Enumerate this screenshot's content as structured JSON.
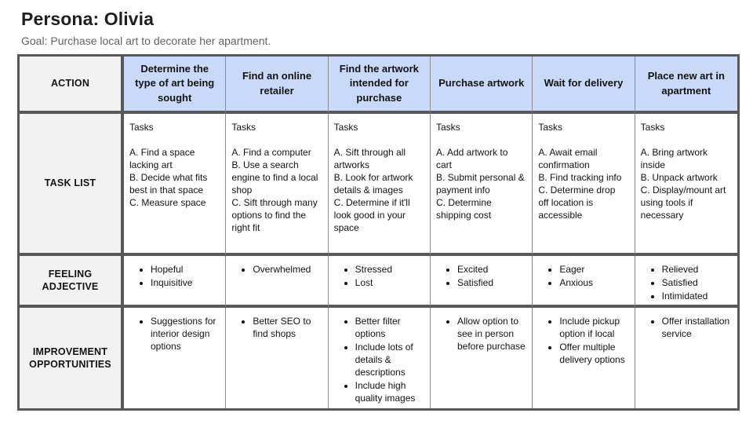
{
  "page": {
    "title": "Persona: Olivia",
    "subtitle": "Goal: Purchase local art to decorate her apartment."
  },
  "table": {
    "row_labels": [
      "ACTION",
      "TASK LIST",
      "FEELING ADJECTIVE",
      "IMPROVEMENT OPPORTUNITIES"
    ],
    "tasks_heading": "Tasks",
    "columns": [
      {
        "action": "Determine the type of art being sought",
        "tasks": [
          "A. Find a space lacking art",
          "B. Decide what fits best in that space",
          "C. Measure space"
        ],
        "feelings": [
          "Hopeful",
          "Inquisitive"
        ],
        "improvements": [
          "Suggestions for interior design options"
        ]
      },
      {
        "action": "Find an online retailer",
        "tasks": [
          "A. Find a computer",
          "B. Use a search engine to find a local shop",
          "C. Sift through many options to find the right fit"
        ],
        "feelings": [
          "Overwhelmed"
        ],
        "improvements": [
          "Better SEO to find shops"
        ]
      },
      {
        "action": "Find the artwork intended for purchase",
        "tasks": [
          "A. Sift through all artworks",
          "B. Look for artwork details & images",
          "C. Determine if it'll look good in your space"
        ],
        "feelings": [
          "Stressed",
          "Lost"
        ],
        "improvements": [
          "Better filter options",
          "Include lots of details & descriptions",
          "Include high quality images"
        ]
      },
      {
        "action": "Purchase artwork",
        "tasks": [
          "A. Add artwork to cart",
          "B. Submit personal & payment info",
          "C. Determine shipping cost"
        ],
        "feelings": [
          "Excited",
          "Satisfied"
        ],
        "improvements": [
          "Allow option to see in person before purchase"
        ]
      },
      {
        "action": "Wait for delivery",
        "tasks": [
          "A. Await email confirmation",
          "B. Find tracking info",
          "C. Determine drop off location is accessible"
        ],
        "feelings": [
          "Eager",
          "Anxious"
        ],
        "improvements": [
          "Include pickup option if local",
          "Offer multiple delivery options"
        ]
      },
      {
        "action": "Place new art in apartment",
        "tasks": [
          "A. Bring artwork inside",
          "B. Unpack artwork",
          "C. Display/mount art using tools if necessary"
        ],
        "feelings": [
          "Relieved",
          "Satisfied",
          "Intimidated"
        ],
        "improvements": [
          "Offer installation service"
        ]
      }
    ]
  },
  "colors": {
    "header_fill": "#c9daf8",
    "label_fill": "#f2f2f2",
    "border_dark": "#58585b",
    "border_light": "#8c8c8c",
    "subtitle_text": "#5f6368"
  }
}
